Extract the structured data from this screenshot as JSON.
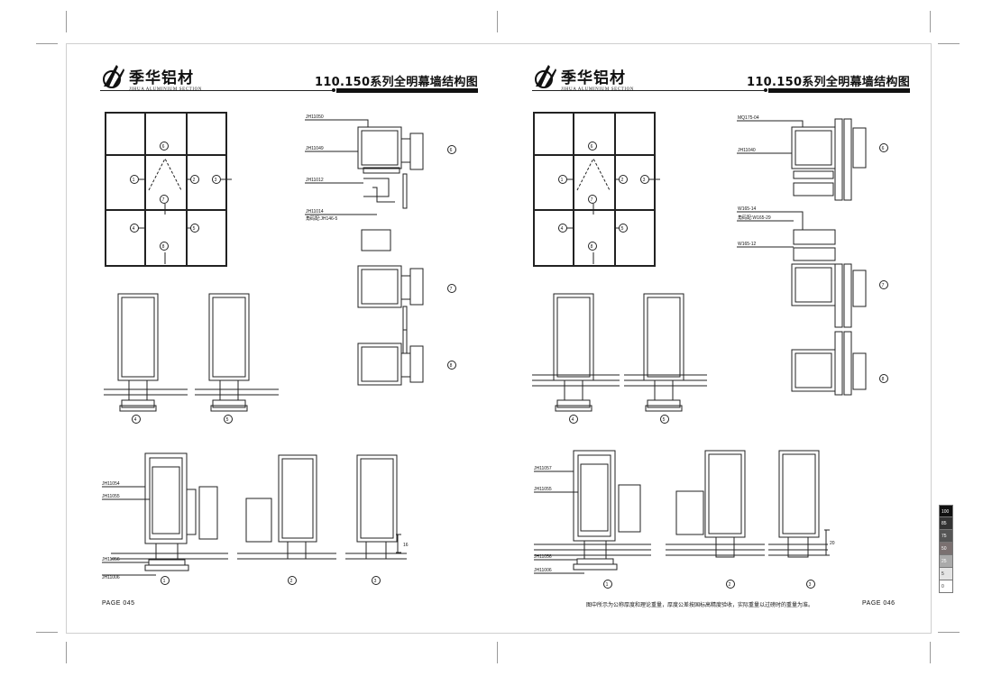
{
  "brand": {
    "name_cn": "季华铝材",
    "name_en": "JIHUA ALUMINIUM SECTION"
  },
  "left_page": {
    "title": "110.150系列全明幕墙结构图",
    "page_number": "PAGE 045",
    "labels": {
      "top_a": "JH11050",
      "top_b": "JH11049",
      "top_c": "JH11012",
      "top_d": "JH11014",
      "top_e": "角码配:JH146-5",
      "bot_a": "JH11054",
      "bot_b": "JH11055",
      "bot_c": "JH11056",
      "bot_d": "JH11006",
      "dim": "16"
    }
  },
  "right_page": {
    "title": "110.150系列全明幕墙结构图",
    "page_number": "PAGE 046",
    "note": "图中所示为公称厚度和理论重量，厚度公差按国标高精度验收，实际重量以过磅时的重量为准。",
    "labels": {
      "top_a": "MQ175-04",
      "top_b": "JH11040",
      "top_c": "W165-14",
      "top_d": "角码配:W165-29",
      "top_e": "W165-12",
      "bot_a": "JH11057",
      "bot_b": "JH11055",
      "bot_c": "JH11056",
      "bot_d": "JH11006",
      "dim": "20"
    }
  },
  "callouts": [
    "1",
    "2",
    "3",
    "4",
    "5",
    "6",
    "7",
    "8"
  ],
  "color_scale": [
    "100",
    "85",
    "75",
    "50",
    "25",
    "5",
    "0"
  ]
}
